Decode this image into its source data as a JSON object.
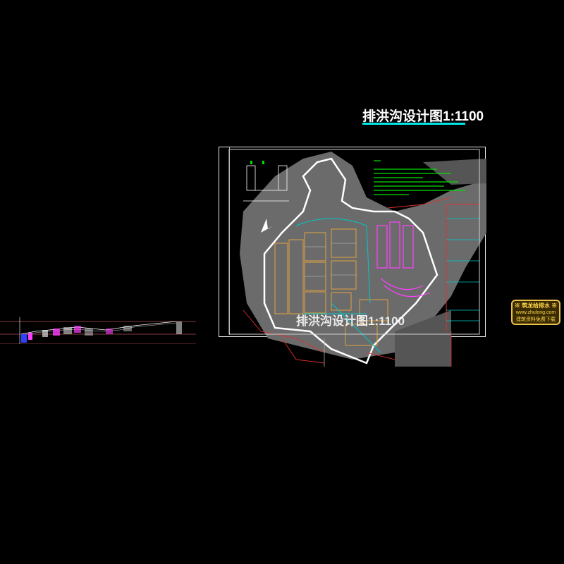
{
  "drawing": {
    "title": "排洪沟设计图1:1100",
    "overlay_title": "排洪沟设计图1:1100"
  },
  "watermark": {
    "line1": "※ 筑龙给排水 ※",
    "line2": "www.zhulong.com",
    "line3": "建筑资料免费下载"
  },
  "colors": {
    "background": "#000000",
    "underline": "#00e5e5",
    "sheet_border": "#e8e8e8",
    "terrain": "#6b6b6b",
    "site_outline": "#ffffff",
    "buildings": "#e0a040",
    "roads": "#00c8c8",
    "boundary": "#e03030",
    "notes": "#00e000",
    "highlight": "#ff40ff"
  }
}
